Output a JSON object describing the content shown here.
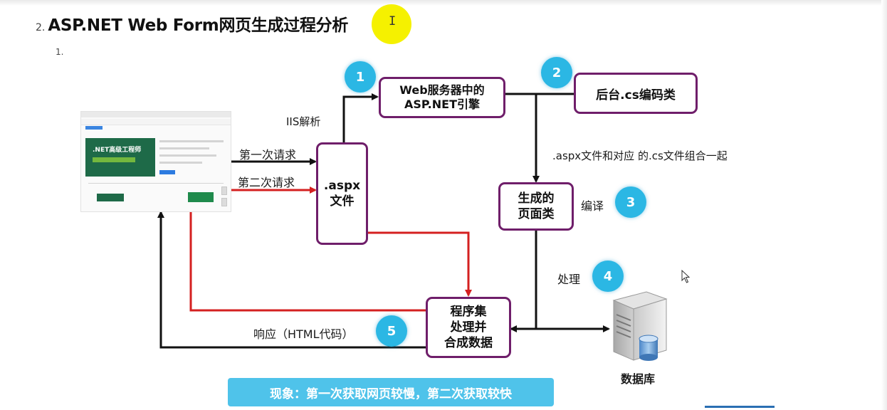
{
  "heading": {
    "number": "2.",
    "title": "ASP.NET Web Form网页生成过程分析"
  },
  "sub_number": "1.",
  "boxes": {
    "engine_line1": "Web服务器中的",
    "engine_line2": "ASP.NET引擎",
    "codebehind": "后台.cs编码类",
    "aspx_line1": ".aspx",
    "aspx_line2": "文件",
    "page_class_line1": "生成的",
    "page_class_line2": "页面类",
    "assembly_line1": "程序集",
    "assembly_line2": "处理并",
    "assembly_line3": "合成数据"
  },
  "labels": {
    "iis": "IIS解析",
    "first_request": "第一次请求",
    "second_request": "第二次请求",
    "combine": ".aspx文件和对应 的.cs文件组合一起",
    "compile": "编译",
    "process": "处理",
    "response": "响应（HTML代码）",
    "database": "数据库"
  },
  "badges": [
    "1",
    "2",
    "3",
    "4",
    "5"
  ],
  "thumbnail": {
    "ad_text": ".NET高级工程师"
  },
  "banner": "现象：第一次获取网页较慢，第二次获取较快",
  "colors": {
    "box_border": "#6f1e6a",
    "badge": "#2bb7e4",
    "banner": "#4fc3ea",
    "red_arrow": "#d42020",
    "black_arrow": "#111111",
    "highlight": "#f5f100"
  }
}
